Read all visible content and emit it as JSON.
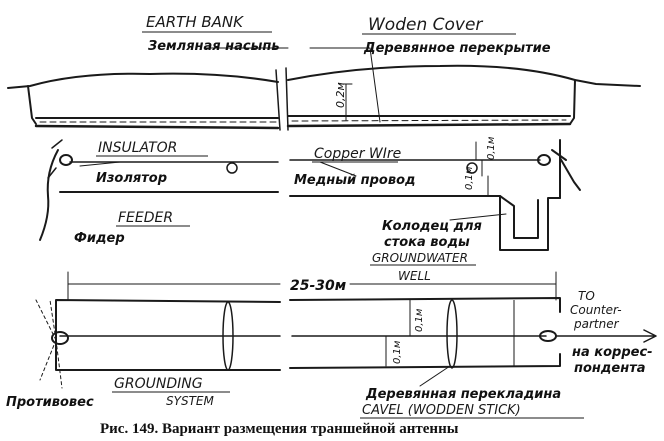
{
  "annotations_en": {
    "earth_bank": "EARTH BANK",
    "wooden_cover": "Woden Cover",
    "insulator": "INSULATOR",
    "copper_wire": "Copper WIre",
    "feeder": "FEEDER",
    "groundwater_1": "GROUNDWATER",
    "groundwater_2": "WELL",
    "to_counterpartner_1": "TO",
    "to_counterpartner_2": "Counter-",
    "to_counterpartner_3": "partner",
    "grounding_1": "GROUNDING",
    "grounding_2": "SYSTEM",
    "cavel": "CAVEL (WODDEN STICK)"
  },
  "labels_ru": {
    "earth_bank": "Земляная насыпь",
    "wooden_cover": "Деревянное перекрытие",
    "insulator": "Изолятор",
    "copper_wire": "Медный провод",
    "feeder": "Фидер",
    "well_1": "Колодец для",
    "well_2": "стока воды",
    "to_correspondent_1": "на коррес-",
    "to_correspondent_2": "пондента",
    "counterpoise": "Противовес",
    "crossbar": "Деревянная перекладина"
  },
  "dimensions": {
    "cover_depth": "0,2м",
    "wire_top": "0,1м",
    "wire_bottom": "0,1м",
    "length": "25-30м",
    "plan_top": "0,1м",
    "plan_bottom": "0,1м"
  },
  "caption": "Рис. 149. Вариант размещения траншейной антенны"
}
